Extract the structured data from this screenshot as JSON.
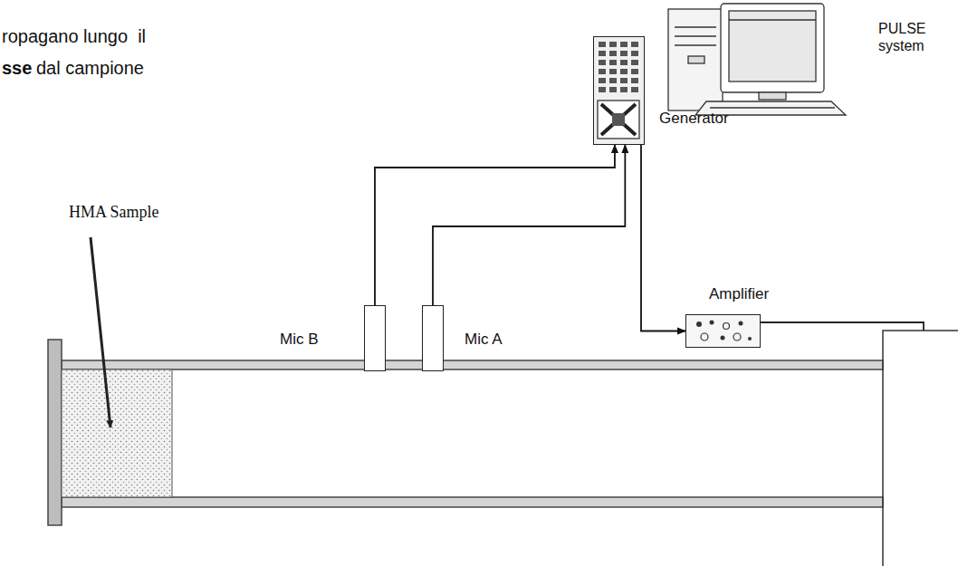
{
  "diagram": {
    "nodes": [
      {
        "text": [
          "Mic B"
        ]
      },
      {
        "text": [
          "Mic A"
        ]
      },
      {
        "text": [
          "Generator"
        ]
      },
      {
        "text": [
          "Amplifier"
        ]
      }
    ],
    "edges": [
      {
        "from": 0,
        "to": 2,
        "arrow": "to"
      },
      {
        "from": 1,
        "to": 2,
        "arrow": "to"
      },
      {
        "from": 2,
        "to": 3,
        "arrow": "to"
      }
    ],
    "labels": [
      "ropagano lungo  il",
      "sse",
      "dal campione",
      "PULSE system",
      "HMA Sample"
    ]
  }
}
